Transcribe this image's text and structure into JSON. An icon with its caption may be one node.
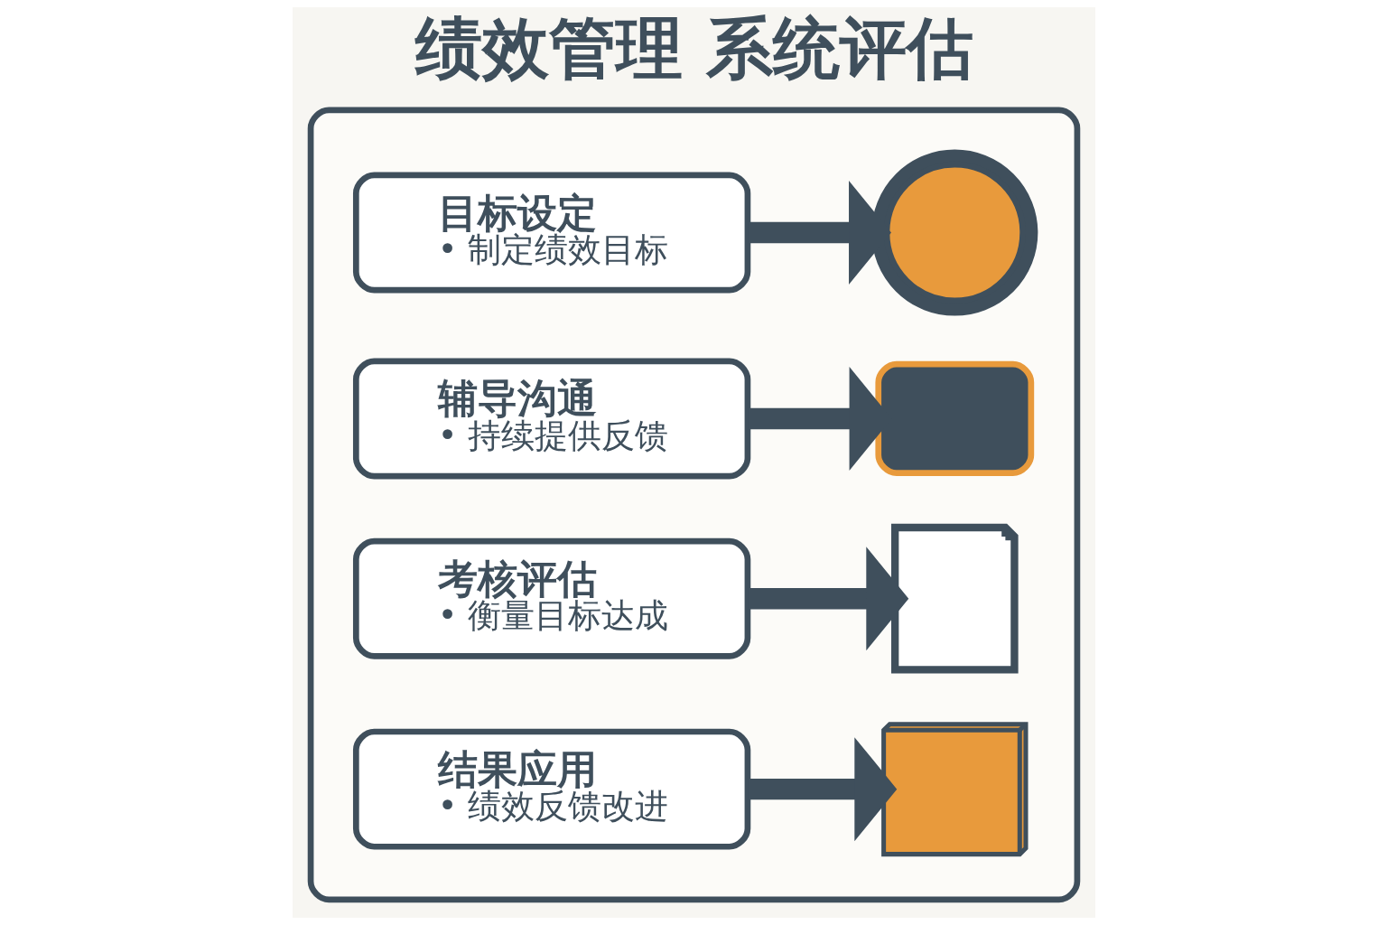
{
  "diagram": {
    "title": "绩效管理 系统评估",
    "nodes": [
      {
        "text": [],
        "shape": "box"
      },
      {
        "text": [
          "目标设定",
          "• 制定绩效目标"
        ],
        "in": 0
      },
      {
        "text": [],
        "shape": "target",
        "in": 0
      },
      {
        "text": [
          "辅导沟通",
          "• 持续提供反馈"
        ],
        "in": 0
      },
      {
        "text": [],
        "shape": "chat",
        "in": 0
      },
      {
        "text": [
          "考核评估",
          "• 衡量目标达成"
        ],
        "in": 0
      },
      {
        "text": [],
        "shape": "clipboard",
        "in": 0
      },
      {
        "text": [
          "结果应用",
          "• 绩效反馈改进"
        ],
        "in": 0
      },
      {
        "text": [],
        "shape": "chart",
        "in": 0
      }
    ],
    "edges": [
      {
        "from": 1,
        "to": 2,
        "arrow": "to"
      },
      {
        "from": 3,
        "to": 4,
        "arrow": "to"
      },
      {
        "from": 5,
        "to": 6,
        "arrow": "to"
      },
      {
        "from": 7,
        "to": 8,
        "arrow": "to"
      }
    ]
  }
}
